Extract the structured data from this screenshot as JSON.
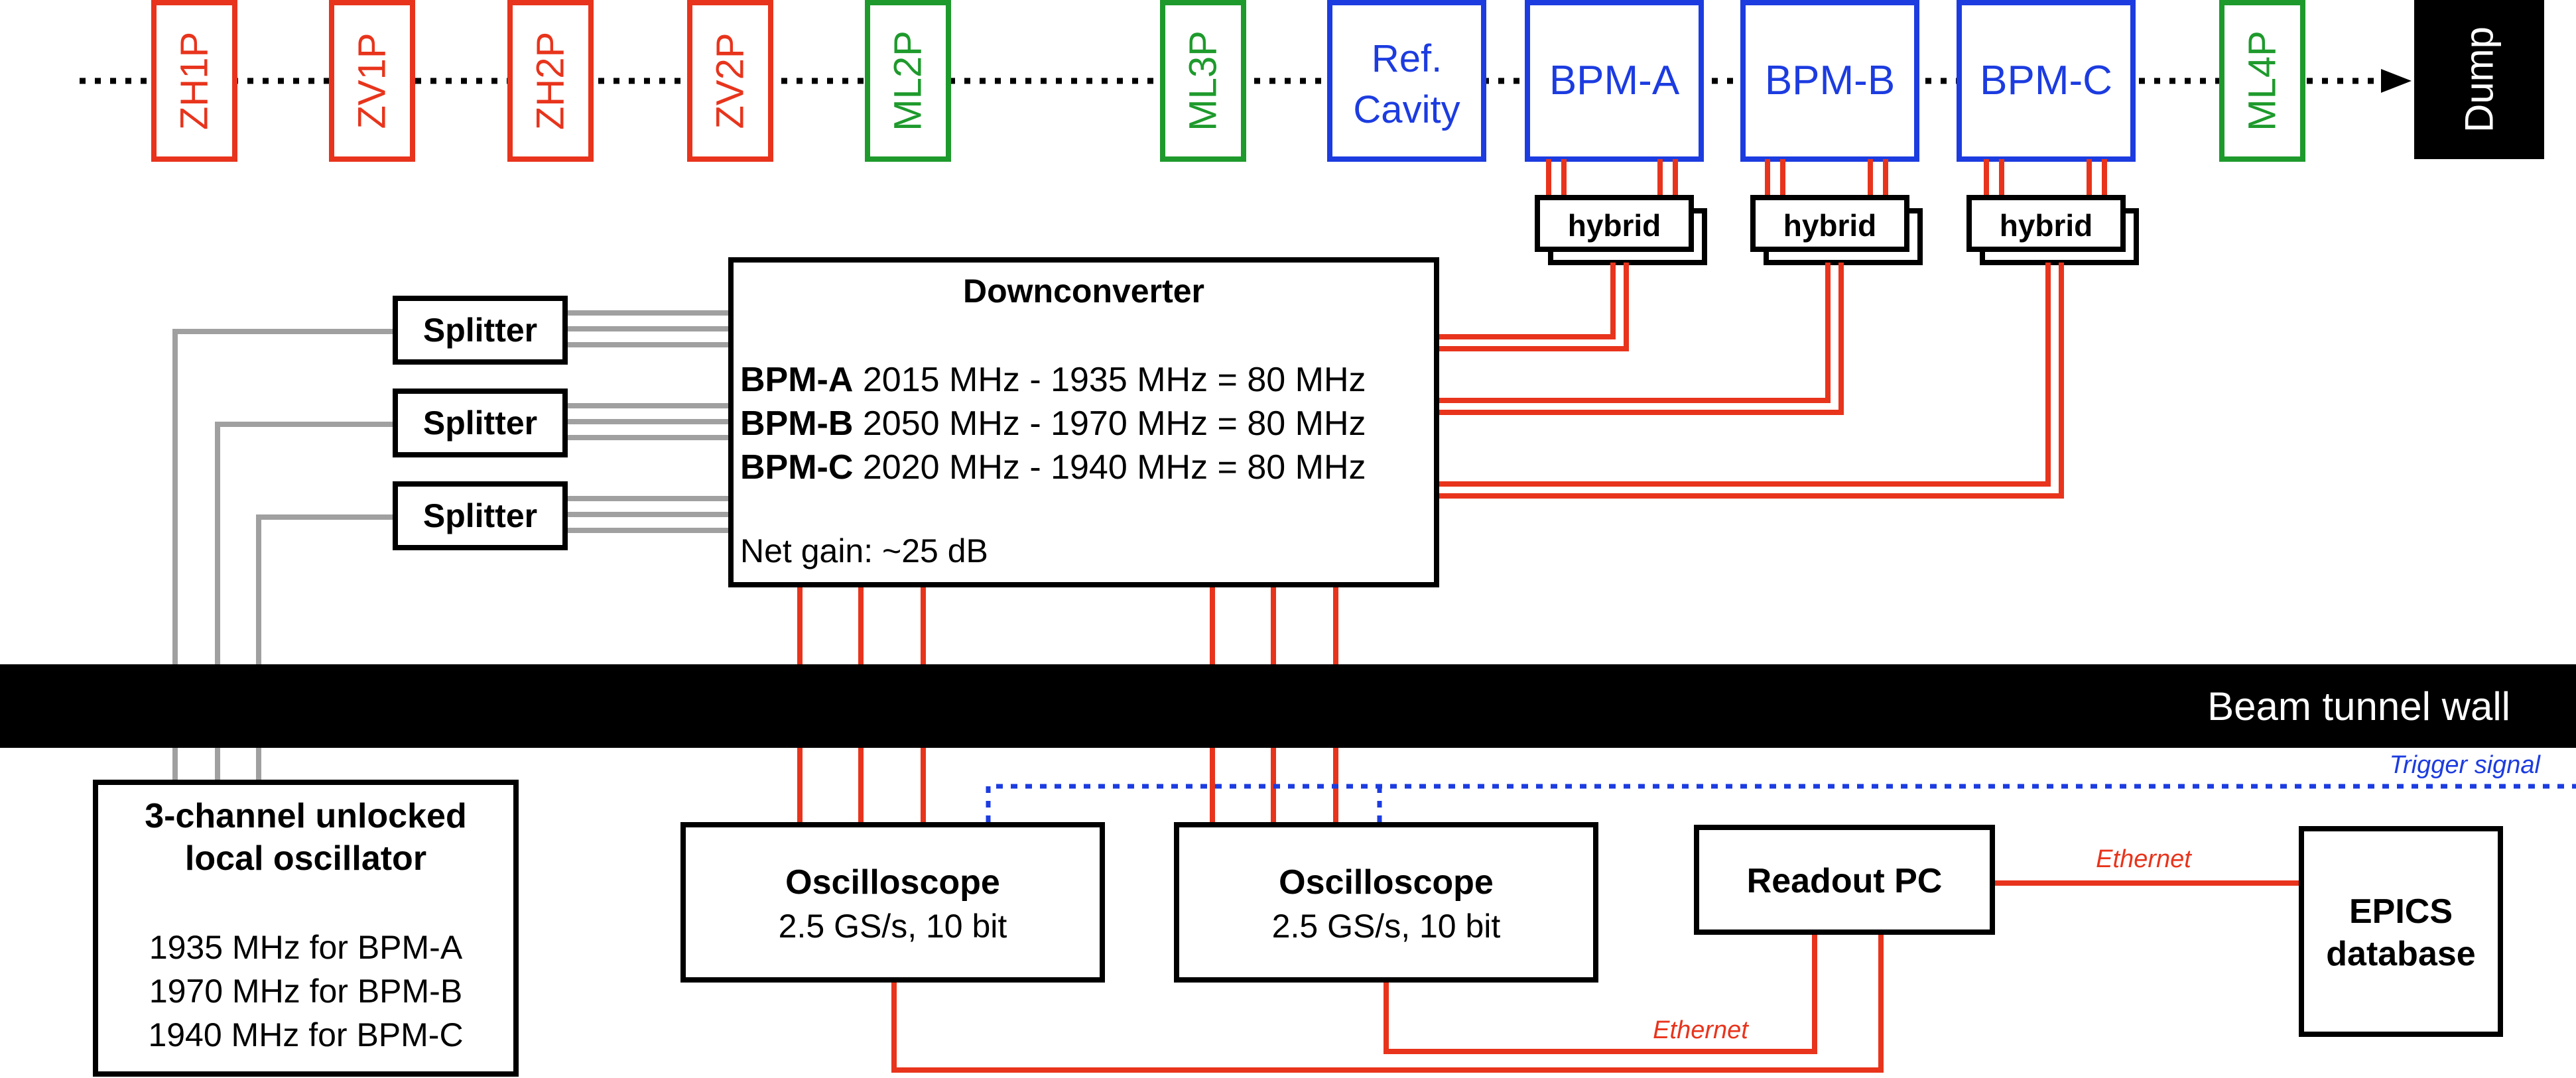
{
  "colors": {
    "red": "#e8341c",
    "green": "#1e9a2c",
    "blue": "#1c3ce0",
    "black": "#000000",
    "gray": "#a0a0a0",
    "white": "#ffffff"
  },
  "beamline": {
    "correctors": [
      "ZH1P",
      "ZV1P",
      "ZH2P",
      "ZV2P"
    ],
    "magnets": [
      "ML2P",
      "ML3P",
      "ML4P"
    ],
    "ref_cavity": [
      "Ref.",
      "Cavity"
    ],
    "bpms": [
      "BPM-A",
      "BPM-B",
      "BPM-C"
    ],
    "dump": "Dump"
  },
  "hybrid_label": "hybrid",
  "splitter_label": "Splitter",
  "downconverter": {
    "title": "Downconverter",
    "lines": [
      {
        "bpm": "BPM-A",
        "text": " 2015 MHz - 1935 MHz = 80 MHz"
      },
      {
        "bpm": "BPM-B",
        "text": " 2050 MHz - 1970 MHz = 80 MHz"
      },
      {
        "bpm": "BPM-C",
        "text": " 2020 MHz - 1940 MHz = 80 MHz"
      }
    ],
    "gain": "Net gain: ~25 dB"
  },
  "wall_label": "Beam tunnel wall",
  "trigger_label": "Trigger signal",
  "oscillator": {
    "title": [
      "3-channel unlocked",
      "local oscillator"
    ],
    "lines": [
      "1935 MHz for BPM-A",
      "1970 MHz for BPM-B",
      "1940 MHz for BPM-C"
    ]
  },
  "oscilloscope": {
    "title": "Oscilloscope",
    "spec": "2.5 GS/s, 10 bit"
  },
  "readout_pc": "Readout PC",
  "epics": [
    "EPICS",
    "database"
  ],
  "ethernet_label": "Ethernet"
}
